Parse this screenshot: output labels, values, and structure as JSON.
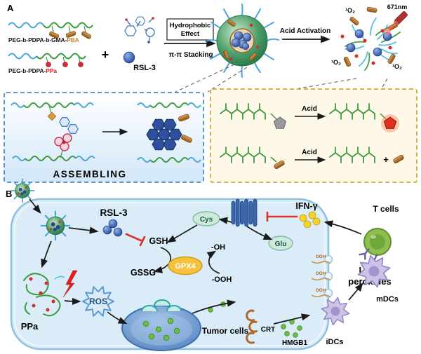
{
  "panel_a": {
    "label": "A",
    "polymer1_name": "PEG-b-PDPA-b-GMA-",
    "polymer1_block": "PBA",
    "polymer2_name": "PEG-b-PDPA-",
    "polymer2_block": "PPa",
    "plus_sign": "+",
    "rsl3_label": "RSL-3",
    "hydrophobic_line1": "Hydrophobic",
    "hydrophobic_line2": "Effect",
    "pi_stacking_label": "π-π Stacking",
    "acid_activation_label": "Acid Activation",
    "laser_wavelength": "671nm",
    "singlet_oxygen": "¹O₂",
    "assembling_label": "ASSEMBLING",
    "acid_label": "Acid",
    "release_plus_sign": "+"
  },
  "panel_b": {
    "label": "B",
    "rsl3_label": "RSL-3",
    "cys_label": "Cys",
    "gsh_label": "GSH",
    "gssg_label": "GSSG",
    "gpx4_label": "GPX4",
    "oh_label": "-OH",
    "ooh_label": "-OOH",
    "ifn_gamma_label": "IFN-γ",
    "t_cells_label": "T cells",
    "glu_label": "Glu",
    "lipid_peroxides_line1": "Lipid",
    "lipid_peroxides_line2": "peroxides",
    "membrane_ooh_label": "OOH",
    "ros_label": "ROS",
    "ppa_label": "PPa",
    "tumor_cells_label": "Tumor cells",
    "crt_label": "CRT",
    "hmgb1_label": "HMGB1",
    "idcs_label": "iDCs",
    "mdcs_label": "mDCs"
  },
  "colors": {
    "pba_orange": "#c87a28",
    "ppa_red": "#cc2222",
    "polymer_green": "#3f9b3f",
    "peg_blue": "#49a8da",
    "inhibit_red": "#e0302e",
    "cell_fill": "#d9ecf7",
    "gpx4_yellow": "#f6c23c",
    "dc_purple": "#cdc3e6",
    "tcell_green": "#8fbe4e"
  }
}
